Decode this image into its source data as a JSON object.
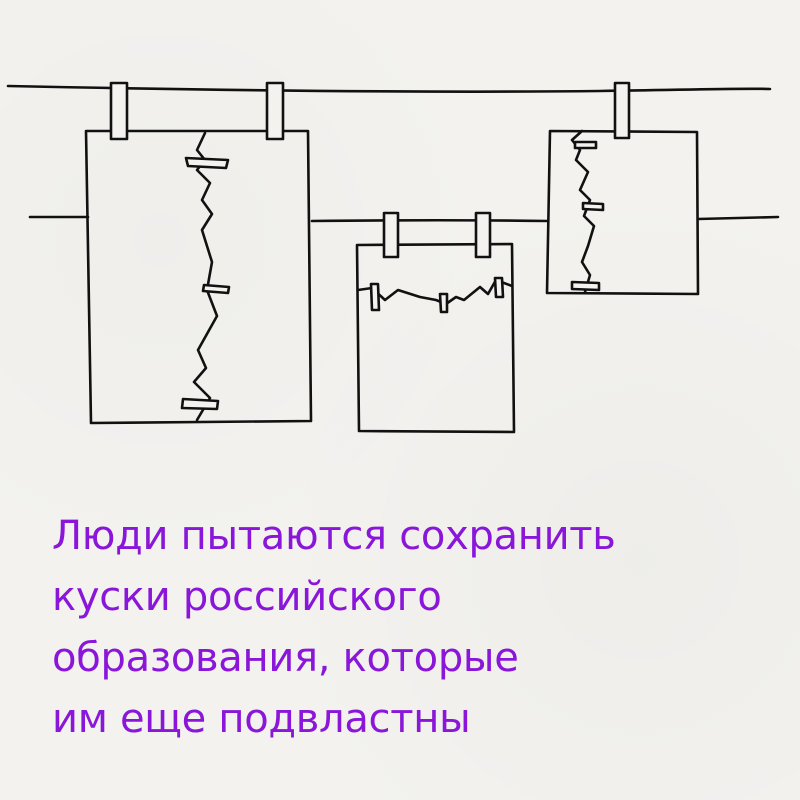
{
  "colors": {
    "background": "#f3f2ef",
    "ink": "#111111",
    "caption": "#8a16d9"
  },
  "illustration": {
    "subject": "torn sheets of paper pinned with clothespins to clotheslines",
    "pieces": [
      {
        "name": "large-sheet",
        "icon": "torn-paper-icon",
        "clothespins": 2,
        "tape_strips": 3
      },
      {
        "name": "middle-sheet",
        "icon": "torn-paper-icon",
        "clothespins": 2,
        "tape_strips": 3
      },
      {
        "name": "right-sheet",
        "icon": "torn-paper-icon",
        "clothespins": 1,
        "tape_strips": 3
      }
    ]
  },
  "caption": {
    "lines": [
      "Люди пытаются сохранить",
      "куски российского",
      "образования, которые",
      "им еще подвластны"
    ]
  }
}
